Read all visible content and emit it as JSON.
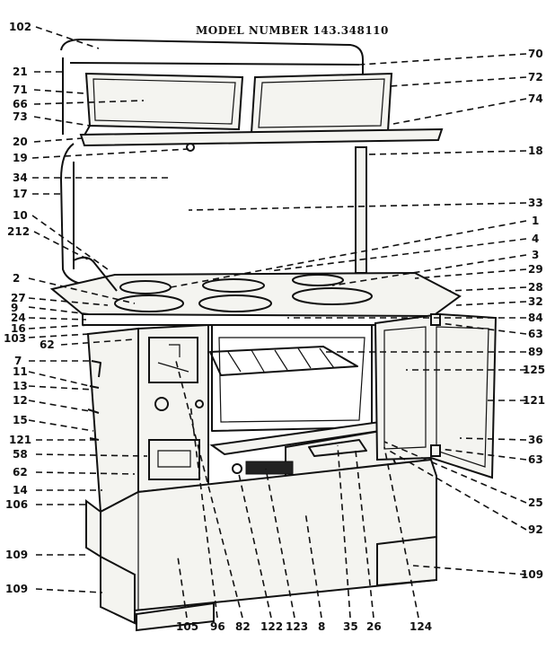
{
  "header": {
    "model_number": "MODEL NUMBER 143.348110"
  },
  "diagram": {
    "type": "exploded-parts-diagram",
    "subject": "wood and coal cook stove",
    "callouts": [
      {
        "id": "c-102",
        "label": "102"
      },
      {
        "id": "c-21",
        "label": "21"
      },
      {
        "id": "c-71",
        "label": "71"
      },
      {
        "id": "c-66",
        "label": "66"
      },
      {
        "id": "c-73",
        "label": "73"
      },
      {
        "id": "c-20",
        "label": "20"
      },
      {
        "id": "c-19",
        "label": "19"
      },
      {
        "id": "c-34",
        "label": "34"
      },
      {
        "id": "c-17",
        "label": "17"
      },
      {
        "id": "c-10",
        "label": "10"
      },
      {
        "id": "c-212",
        "label": "212"
      },
      {
        "id": "c-2",
        "label": "2"
      },
      {
        "id": "c-27",
        "label": "27"
      },
      {
        "id": "c-9",
        "label": "9"
      },
      {
        "id": "c-24",
        "label": "24"
      },
      {
        "id": "c-16",
        "label": "16"
      },
      {
        "id": "c-103",
        "label": "103"
      },
      {
        "id": "c-62a",
        "label": "62"
      },
      {
        "id": "c-7",
        "label": "7"
      },
      {
        "id": "c-11",
        "label": "11"
      },
      {
        "id": "c-13",
        "label": "13"
      },
      {
        "id": "c-12",
        "label": "12"
      },
      {
        "id": "c-15",
        "label": "15"
      },
      {
        "id": "c-121a",
        "label": "121"
      },
      {
        "id": "c-58",
        "label": "58"
      },
      {
        "id": "c-62b",
        "label": "62"
      },
      {
        "id": "c-14",
        "label": "14"
      },
      {
        "id": "c-106",
        "label": "106"
      },
      {
        "id": "c-109a",
        "label": "109"
      },
      {
        "id": "c-109b",
        "label": "109"
      },
      {
        "id": "c-70",
        "label": "70"
      },
      {
        "id": "c-72",
        "label": "72"
      },
      {
        "id": "c-74",
        "label": "74"
      },
      {
        "id": "c-18",
        "label": "18"
      },
      {
        "id": "c-33",
        "label": "33"
      },
      {
        "id": "c-1",
        "label": "1"
      },
      {
        "id": "c-4",
        "label": "4"
      },
      {
        "id": "c-3",
        "label": "3"
      },
      {
        "id": "c-29",
        "label": "29"
      },
      {
        "id": "c-28",
        "label": "28"
      },
      {
        "id": "c-32",
        "label": "32"
      },
      {
        "id": "c-84",
        "label": "84"
      },
      {
        "id": "c-63a",
        "label": "63"
      },
      {
        "id": "c-89",
        "label": "89"
      },
      {
        "id": "c-125",
        "label": "125"
      },
      {
        "id": "c-121b",
        "label": "121"
      },
      {
        "id": "c-36",
        "label": "36"
      },
      {
        "id": "c-63b",
        "label": "63"
      },
      {
        "id": "c-25",
        "label": "25"
      },
      {
        "id": "c-92",
        "label": "92"
      },
      {
        "id": "c-109c",
        "label": "109"
      },
      {
        "id": "c-105",
        "label": "105"
      },
      {
        "id": "c-96",
        "label": "96"
      },
      {
        "id": "c-82",
        "label": "82"
      },
      {
        "id": "c-122",
        "label": "122"
      },
      {
        "id": "c-123",
        "label": "123"
      },
      {
        "id": "c-8",
        "label": "8"
      },
      {
        "id": "c-35",
        "label": "35"
      },
      {
        "id": "c-26",
        "label": "26"
      },
      {
        "id": "c-124",
        "label": "124"
      }
    ]
  }
}
